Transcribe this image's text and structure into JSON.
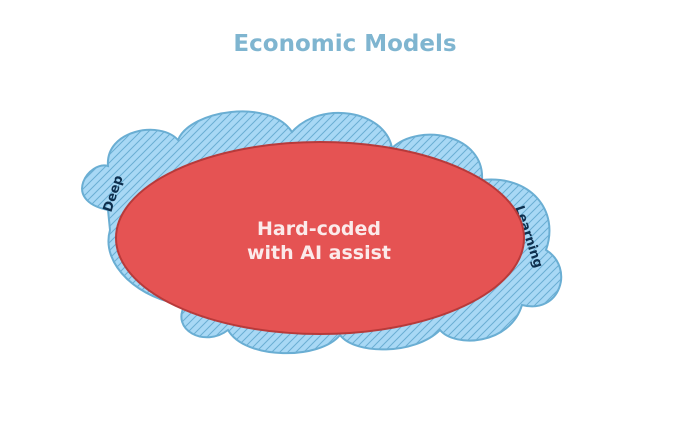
{
  "diagram": {
    "title": "Economic Models",
    "cloud": {
      "label_left": "Deep",
      "label_right": "Learning"
    },
    "ellipse": {
      "line1": "Hard-coded",
      "line2": "with AI assist"
    }
  },
  "colors": {
    "title": "#7fb5d0",
    "cloud_fill": "#a8d8f5",
    "cloud_stroke": "#6aaed3",
    "cloud_hatch": "#6aaed3",
    "cloud_text": "#0e2f4e",
    "ellipse_fill": "#e55353",
    "ellipse_stroke": "#b83a3a",
    "ellipse_text": "#fbeaea"
  }
}
